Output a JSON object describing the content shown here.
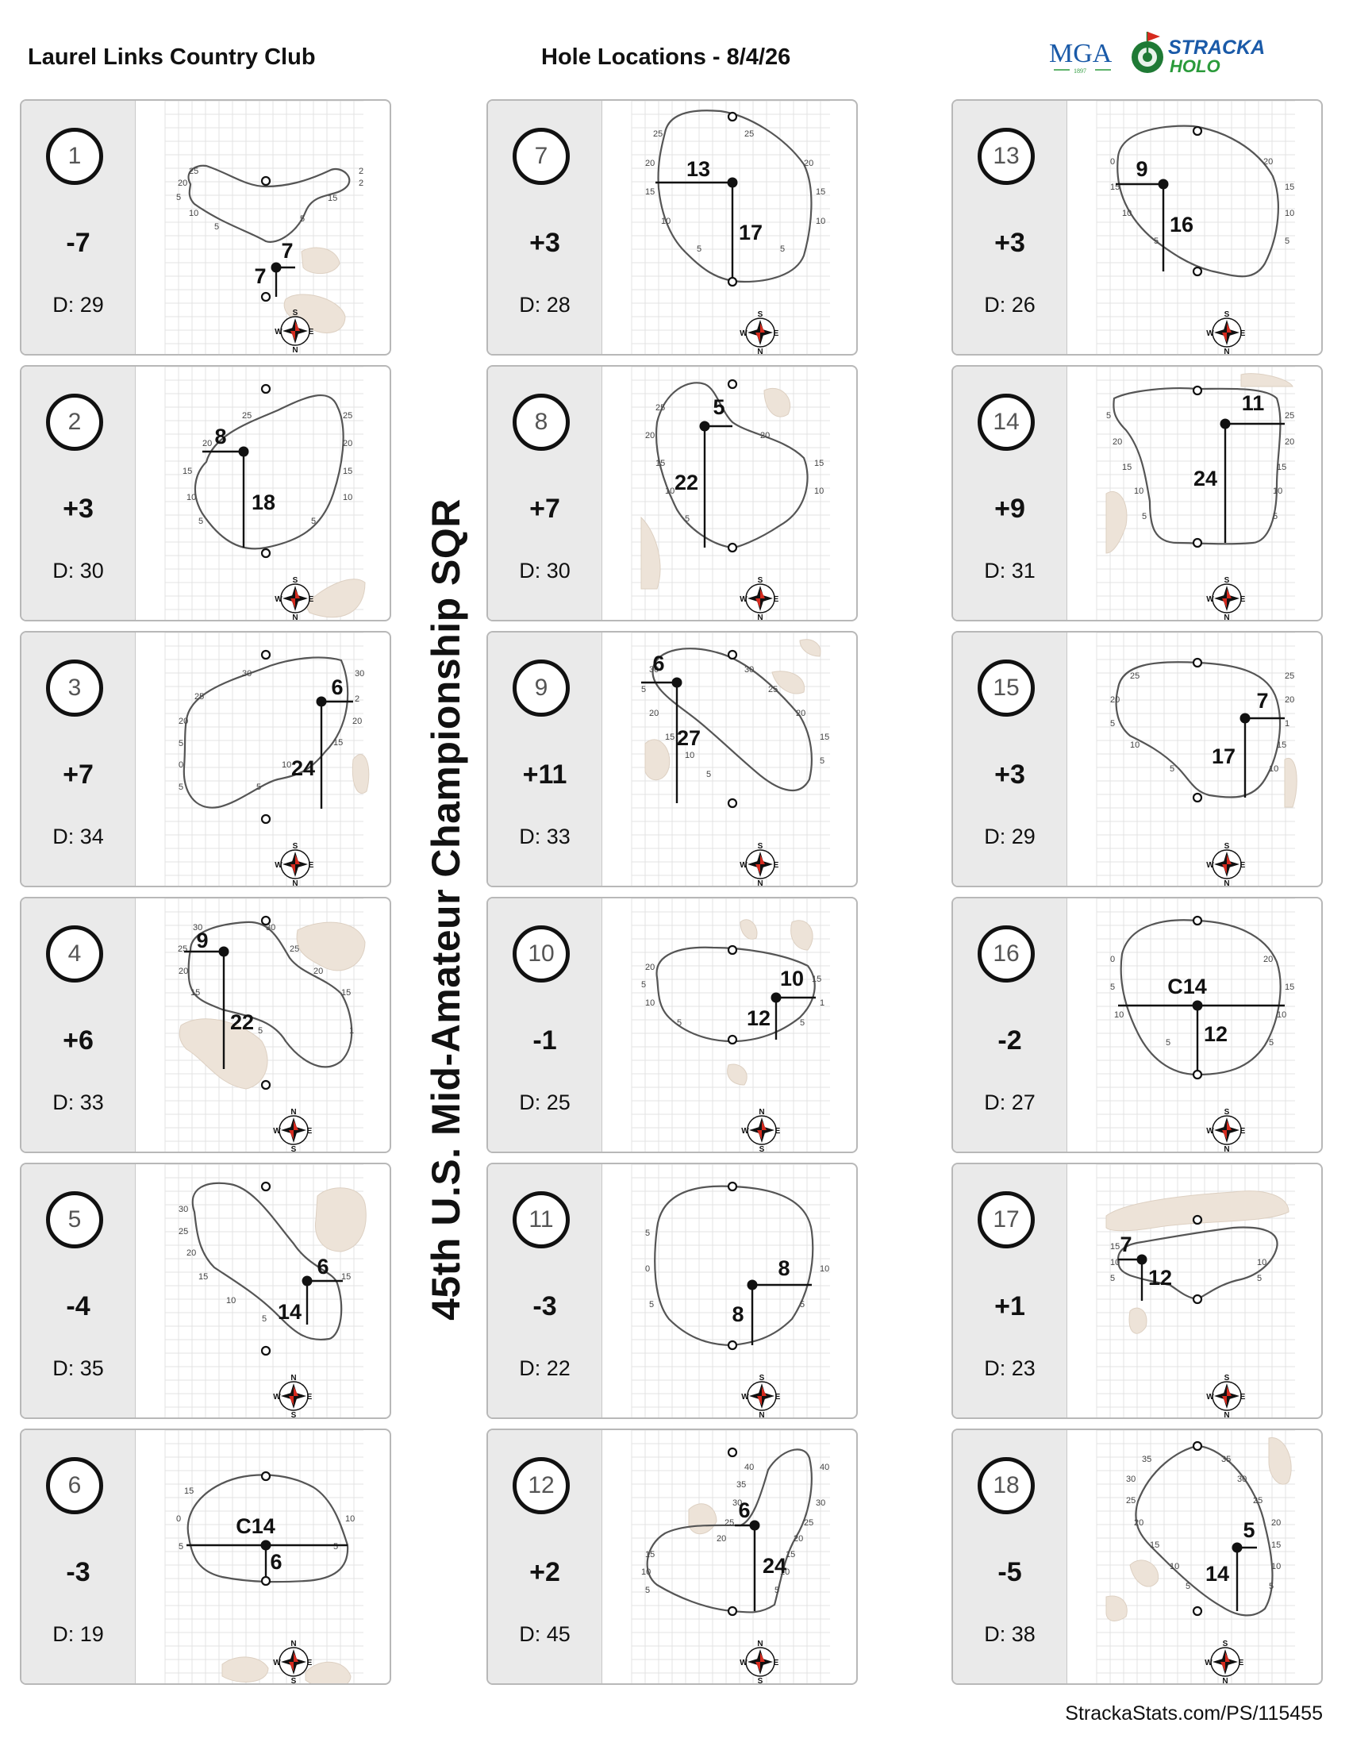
{
  "header": {
    "club_name": "Laurel Links Country Club",
    "date_title": "Hole Locations - 8/4/26",
    "event_title": "45th U.S. Mid-Amateur Championship SQR",
    "logos": [
      "MGA",
      "1897",
      "STRACKA",
      "HOLO"
    ]
  },
  "footer": {
    "url": "StrackaStats.com/PS/115455"
  },
  "colors": {
    "bunker": "#ede3d8",
    "compass_red": "#d62a1e",
    "logo_blue": "#1a5aa8",
    "logo_green": "#2a9a3a"
  },
  "holes": [
    {
      "num": "1",
      "par": "-7",
      "depth": "D: 29",
      "labels": [
        "7",
        "7"
      ],
      "ticks": [
        "25",
        "20",
        "5",
        "10",
        "5",
        "2",
        "2",
        "15",
        "5"
      ],
      "compass": [
        "S",
        "E",
        "N",
        "W"
      ]
    },
    {
      "num": "2",
      "par": "+3",
      "depth": "D: 30",
      "labels": [
        "8",
        "18"
      ],
      "ticks": [
        "25",
        "20",
        "15",
        "10",
        "5",
        "25",
        "20",
        "15",
        "10",
        "5"
      ],
      "compass": [
        "S",
        "E",
        "N",
        "W"
      ]
    },
    {
      "num": "3",
      "par": "+7",
      "depth": "D: 34",
      "labels": [
        "6",
        "24"
      ],
      "ticks": [
        "30",
        "25",
        "20",
        "5",
        "0",
        "5",
        "30",
        "2",
        "20",
        "15",
        "10",
        "5"
      ],
      "compass": [
        "S",
        "E",
        "N",
        "W"
      ]
    },
    {
      "num": "4",
      "par": "+6",
      "depth": "D: 33",
      "labels": [
        "9",
        "22"
      ],
      "ticks": [
        "30",
        "25",
        "20",
        "15",
        "30",
        "25",
        "20",
        "15",
        "5",
        "1"
      ],
      "compass": [
        "N",
        "E",
        "S",
        "W"
      ]
    },
    {
      "num": "5",
      "par": "-4",
      "depth": "D: 35",
      "labels": [
        "6",
        "14"
      ],
      "ticks": [
        "30",
        "25",
        "20",
        "15",
        "10",
        "5",
        "15"
      ],
      "compass": [
        "N",
        "E",
        "S",
        "W"
      ]
    },
    {
      "num": "6",
      "par": "-3",
      "depth": "D: 19",
      "labels": [
        "C14",
        "6"
      ],
      "ticks": [
        "15",
        "0",
        "5",
        "10",
        "5"
      ],
      "compass": [
        "N",
        "E",
        "S",
        "W"
      ]
    },
    {
      "num": "7",
      "par": "+3",
      "depth": "D: 28",
      "labels": [
        "13",
        "17"
      ],
      "ticks": [
        "25",
        "20",
        "15",
        "10",
        "5",
        "25",
        "20",
        "15",
        "10",
        "5"
      ],
      "compass": [
        "S",
        "E",
        "N",
        "W"
      ]
    },
    {
      "num": "8",
      "par": "+7",
      "depth": "D: 30",
      "labels": [
        "5",
        "22"
      ],
      "ticks": [
        "25",
        "20",
        "15",
        "10",
        "5",
        "20",
        "15",
        "10",
        "5"
      ],
      "compass": [
        "S",
        "E",
        "N",
        "W"
      ]
    },
    {
      "num": "9",
      "par": "+11",
      "depth": "D: 33",
      "labels": [
        "6",
        "27"
      ],
      "ticks": [
        "30",
        "5",
        "20",
        "15",
        "10",
        "5",
        "30",
        "25",
        "20",
        "15",
        "5"
      ],
      "compass": [
        "S",
        "E",
        "N",
        "W"
      ]
    },
    {
      "num": "10",
      "par": "-1",
      "depth": "D: 25",
      "labels": [
        "10",
        "12"
      ],
      "ticks": [
        "20",
        "5",
        "10",
        "5",
        "15",
        "5",
        "1"
      ],
      "compass": [
        "N",
        "E",
        "S",
        "W"
      ]
    },
    {
      "num": "11",
      "par": "-3",
      "depth": "D: 22",
      "labels": [
        "8",
        "8"
      ],
      "ticks": [
        "5",
        "0",
        "5",
        "10",
        "5"
      ],
      "compass": [
        "S",
        "E",
        "N",
        "W"
      ]
    },
    {
      "num": "12",
      "par": "+2",
      "depth": "D: 45",
      "labels": [
        "6",
        "24"
      ],
      "ticks": [
        "40",
        "35",
        "30",
        "25",
        "20",
        "15",
        "10",
        "5",
        "40",
        "30",
        "25",
        "20",
        "15",
        "10",
        "5"
      ],
      "compass": [
        "N",
        "E",
        "S",
        "W"
      ]
    },
    {
      "num": "13",
      "par": "+3",
      "depth": "D: 26",
      "labels": [
        "9",
        "16"
      ],
      "ticks": [
        "0",
        "15",
        "10",
        "5",
        "20",
        "15",
        "10",
        "5"
      ],
      "compass": [
        "S",
        "E",
        "N",
        "W"
      ]
    },
    {
      "num": "14",
      "par": "+9",
      "depth": "D: 31",
      "labels": [
        "11",
        "24"
      ],
      "ticks": [
        "5",
        "20",
        "15",
        "10",
        "5",
        "25",
        "20",
        "15",
        "10",
        "5"
      ],
      "compass": [
        "S",
        "E",
        "N",
        "W"
      ]
    },
    {
      "num": "15",
      "par": "+3",
      "depth": "D: 29",
      "labels": [
        "7",
        "17"
      ],
      "ticks": [
        "25",
        "20",
        "5",
        "10",
        "5",
        "25",
        "20",
        "1",
        "15",
        "10",
        "5"
      ],
      "compass": [
        "S",
        "E",
        "N",
        "W"
      ]
    },
    {
      "num": "16",
      "par": "-2",
      "depth": "D: 27",
      "labels": [
        "C14",
        "12"
      ],
      "ticks": [
        "0",
        "5",
        "10",
        "5",
        "20",
        "15",
        "10",
        "5"
      ],
      "compass": [
        "S",
        "E",
        "N",
        "W"
      ]
    },
    {
      "num": "17",
      "par": "+1",
      "depth": "D: 23",
      "labels": [
        "7",
        "12"
      ],
      "ticks": [
        "15",
        "10",
        "5",
        "10",
        "5"
      ],
      "compass": [
        "S",
        "E",
        "N",
        "W"
      ]
    },
    {
      "num": "18",
      "par": "-5",
      "depth": "D: 38",
      "labels": [
        "5",
        "14"
      ],
      "ticks": [
        "35",
        "30",
        "25",
        "20",
        "15",
        "10",
        "5",
        "35",
        "30",
        "25",
        "20",
        "15",
        "10",
        "5"
      ],
      "compass": [
        "S",
        "E",
        "N",
        "W"
      ]
    }
  ]
}
